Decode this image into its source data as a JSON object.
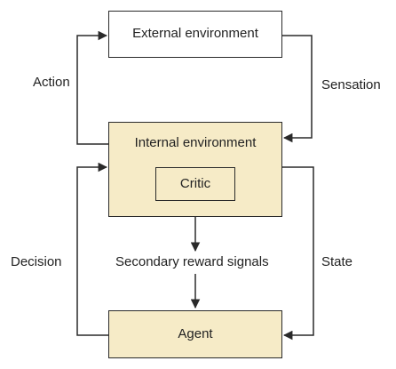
{
  "nodes": {
    "external_environment": "External environment",
    "internal_environment": "Internal environment",
    "critic": "Critic",
    "agent": "Agent"
  },
  "edges": {
    "action": "Action",
    "sensation": "Sensation",
    "decision": "Decision",
    "state": "State",
    "secondary_reward_signals": "Secondary reward signals"
  },
  "colors": {
    "box_fill": "#f6ebc7",
    "line": "#2a2a2a"
  }
}
